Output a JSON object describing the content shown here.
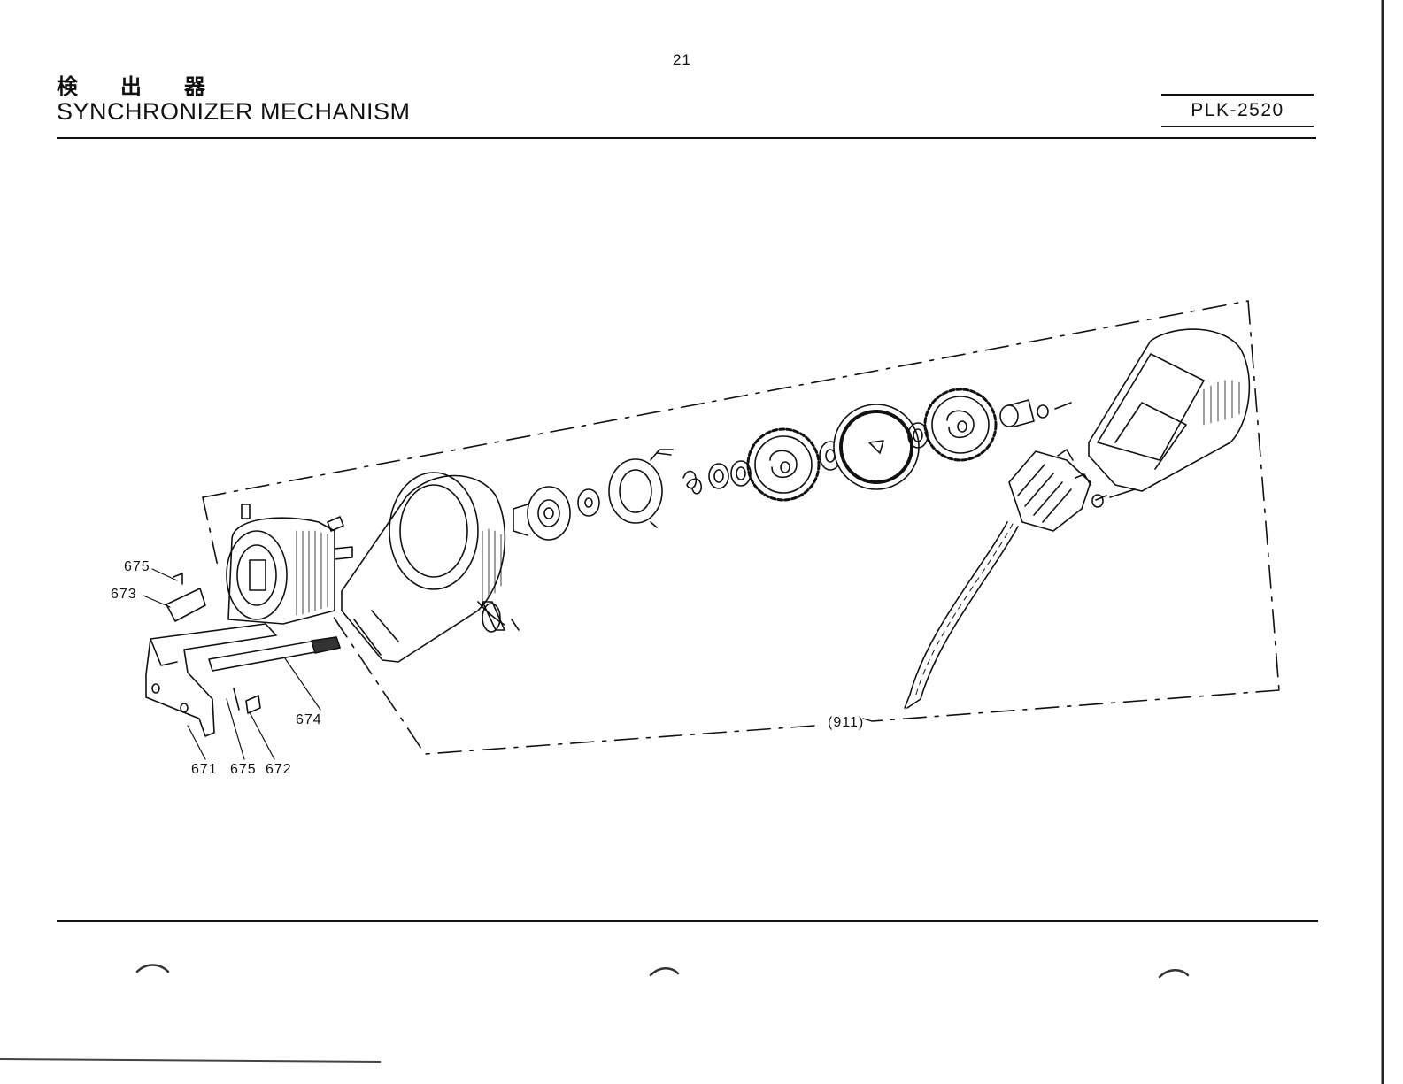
{
  "header": {
    "page_number": "21",
    "title_jp": "検出器",
    "title_en": "SYNCHRONIZER MECHANISM",
    "model": "PLK-2520"
  },
  "diagram": {
    "labels": [
      "675",
      "673",
      "674",
      "671",
      "675",
      "672",
      "(911)"
    ]
  }
}
